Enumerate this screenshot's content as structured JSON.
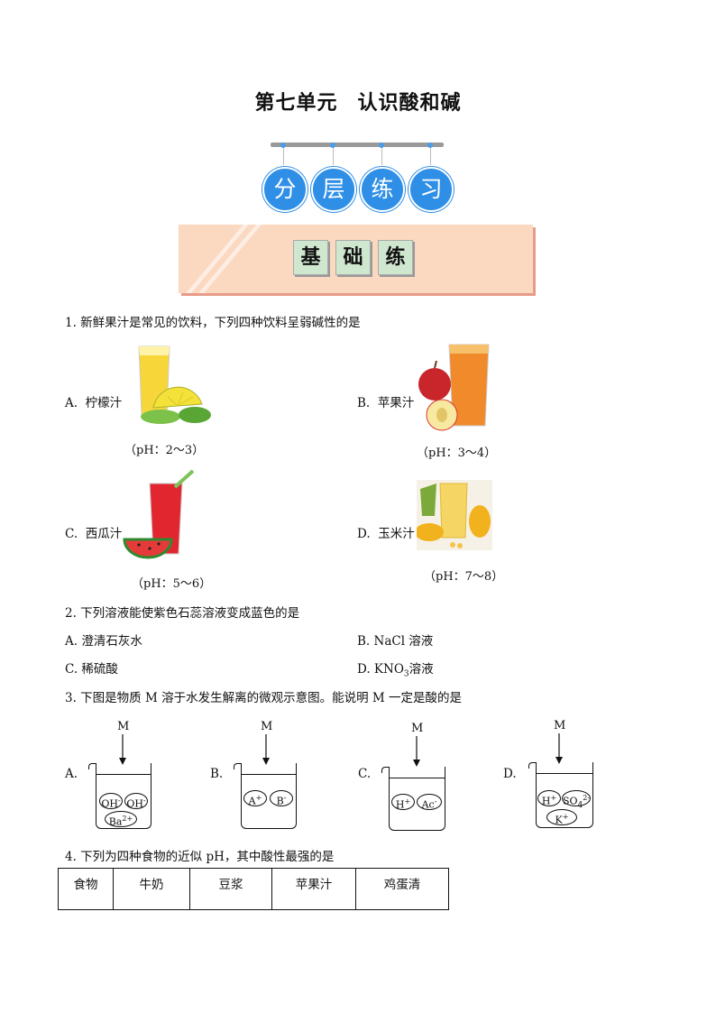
{
  "page": {
    "title": "第七单元",
    "title2": "认识酸和碱",
    "circles": [
      "分",
      "层",
      "练",
      "习"
    ],
    "level": [
      "基",
      "础",
      "练"
    ]
  },
  "q1": {
    "stem": "1. 新鲜果汁是常见的饮料，下列四种饮料呈弱碱性的是",
    "options": [
      {
        "letter": "A.",
        "label": "柠檬汁",
        "ph": "（pH：2～3）"
      },
      {
        "letter": "B.",
        "label": "苹果汁",
        "ph": "（pH：3～4）"
      },
      {
        "letter": "C.",
        "label": "西瓜汁",
        "ph": "（pH：5～6）"
      },
      {
        "letter": "D.",
        "label": "玉米汁",
        "ph": "（pH：7～8）"
      }
    ]
  },
  "q2": {
    "stem": "2. 下列溶液能使紫色石蕊溶液变成蓝色的是",
    "a": "A. 澄清石灰水",
    "b": "B. NaCl 溶液",
    "c": "C. 稀硫酸",
    "d_prefix": "D. KNO",
    "d_sub": "3",
    "d_suffix": "溶液"
  },
  "q3": {
    "stem": "3. 下图是物质 M 溶于水发生解离的微观示意图。能说明 M 一定是酸的是",
    "m": "M",
    "letters": [
      "A.",
      "B.",
      "C.",
      "D."
    ],
    "ions": {
      "a": [
        "OH",
        "-",
        "OH",
        "-",
        "Ba",
        "2+"
      ],
      "b": [
        "A",
        "+",
        "B",
        "-"
      ],
      "c": [
        "H",
        "+",
        "Ac",
        "-"
      ],
      "d": [
        "H",
        "+",
        "SO",
        "4",
        "2-",
        "K",
        "+"
      ]
    }
  },
  "q4": {
    "stem": "4. 下列为四种食物的近似 pH，其中酸性最强的是",
    "headers": [
      "食物",
      "牛奶",
      "豆浆",
      "苹果汁",
      "鸡蛋清"
    ]
  }
}
